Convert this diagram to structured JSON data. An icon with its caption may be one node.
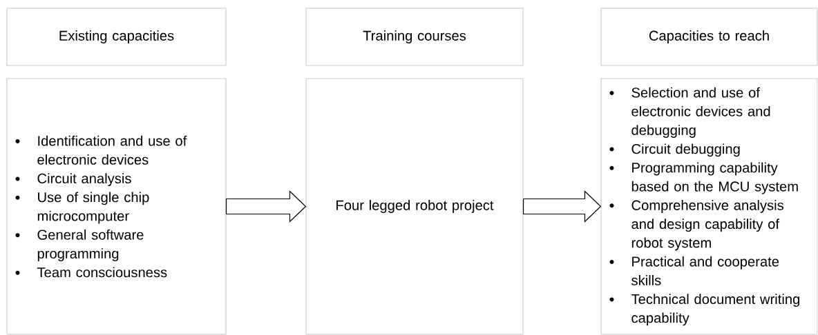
{
  "diagram": {
    "nodes": [
      {
        "text": [
          "Existing capacities"
        ]
      },
      {
        "text": [
          "Training courses"
        ]
      },
      {
        "text": [
          "Capacities to reach"
        ]
      },
      {
        "text": [
          "Identification and use of electronic devices",
          "Circuit analysis",
          "Use of single chip microcomputer",
          "General software programming",
          "Team consciousness"
        ]
      },
      {
        "text": [
          "Four legged robot project"
        ]
      },
      {
        "text": [
          "Selection and use of electronic devices and debugging",
          "Circuit debugging",
          "Programming capability based on the MCU system",
          "Comprehensive analysis and design capability of robot system",
          "Practical and cooperate skills",
          "Technical document writing capability"
        ]
      }
    ],
    "edges": [
      {
        "from": 3,
        "to": 4,
        "arrow": "to"
      },
      {
        "from": 4,
        "to": 5,
        "arrow": "to"
      }
    ]
  }
}
